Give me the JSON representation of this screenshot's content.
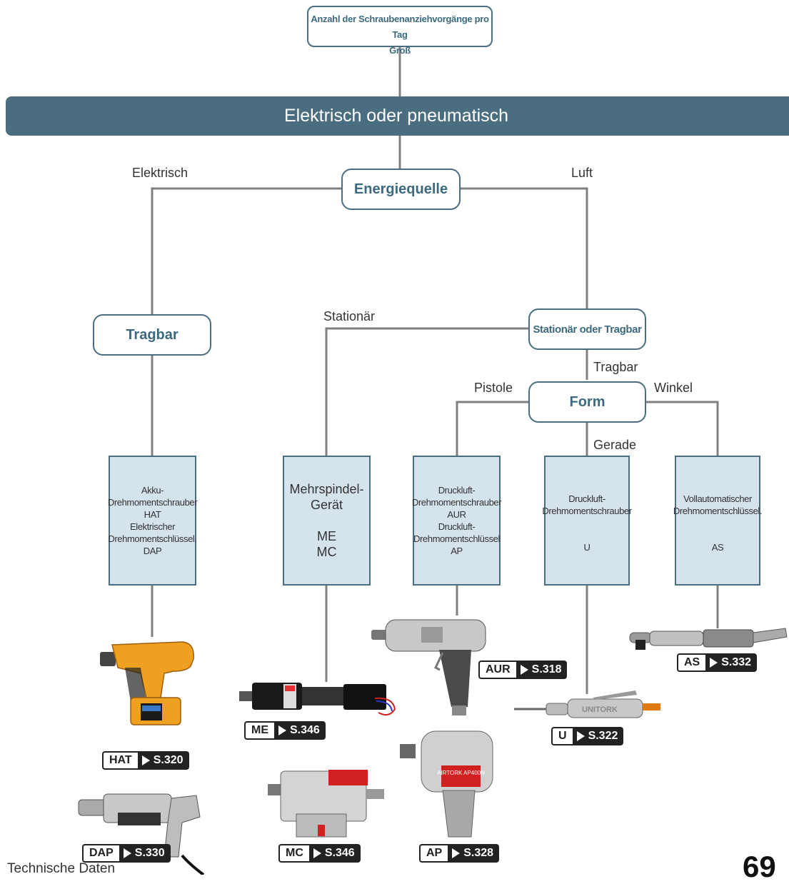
{
  "top_box": {
    "line1": "Anzahl der Schraubenanziehvorgänge pro Tag",
    "line2": "Groß"
  },
  "banner": {
    "text": "Elektrisch oder pneumatisch"
  },
  "nodes": {
    "energy": "Energiequelle",
    "portable": "Tragbar",
    "stat_or_port": "Stationär oder Tragbar",
    "form": "Form"
  },
  "edge_labels": {
    "electric": "Elektrisch",
    "air": "Luft",
    "stationary": "Stationär",
    "portable": "Tragbar",
    "pistol": "Pistole",
    "angle": "Winkel",
    "straight": "Gerade"
  },
  "leaves": {
    "hat_dap": [
      "Akku-",
      "Drehmomentschrauber",
      "HAT",
      "Elektrischer",
      "Drehmomentschlüssel.",
      "DAP"
    ],
    "me_mc": [
      "Mehrspindel-",
      "Gerät",
      "",
      "ME",
      "MC"
    ],
    "aur_ap": [
      "Druckluft-",
      "Drehmomentschrauber",
      "AUR",
      "Druckluft-",
      "Drehmomentschlüssel",
      "AP"
    ],
    "u": [
      "Druckluft-",
      "Drehmomentschrauber",
      "",
      "",
      "U"
    ],
    "as": [
      "Vollautomatischer",
      "Drehmomentschlüssel.",
      "",
      "",
      "AS"
    ]
  },
  "tags": {
    "hat": {
      "code": "HAT",
      "ref": "S.320"
    },
    "dap": {
      "code": "DAP",
      "ref": "S.330"
    },
    "me": {
      "code": "ME",
      "ref": "S.346"
    },
    "mc": {
      "code": "MC",
      "ref": "S.346"
    },
    "aur": {
      "code": "AUR",
      "ref": "S.318"
    },
    "ap": {
      "code": "AP",
      "ref": "S.328"
    },
    "u": {
      "code": "U",
      "ref": "S.322"
    },
    "as": {
      "code": "AS",
      "ref": "S.332"
    }
  },
  "photo_text": {
    "airtork_ap": "AIRTORK AP400N",
    "unitork": "UNITORK"
  },
  "footer": {
    "left": "Technische Daten",
    "page": "69"
  },
  "colors": {
    "accent": "#4a6e80",
    "leaf_fill": "#d5e3ec",
    "line": "#7a7a7a",
    "tool_orange": "#f0a020"
  }
}
